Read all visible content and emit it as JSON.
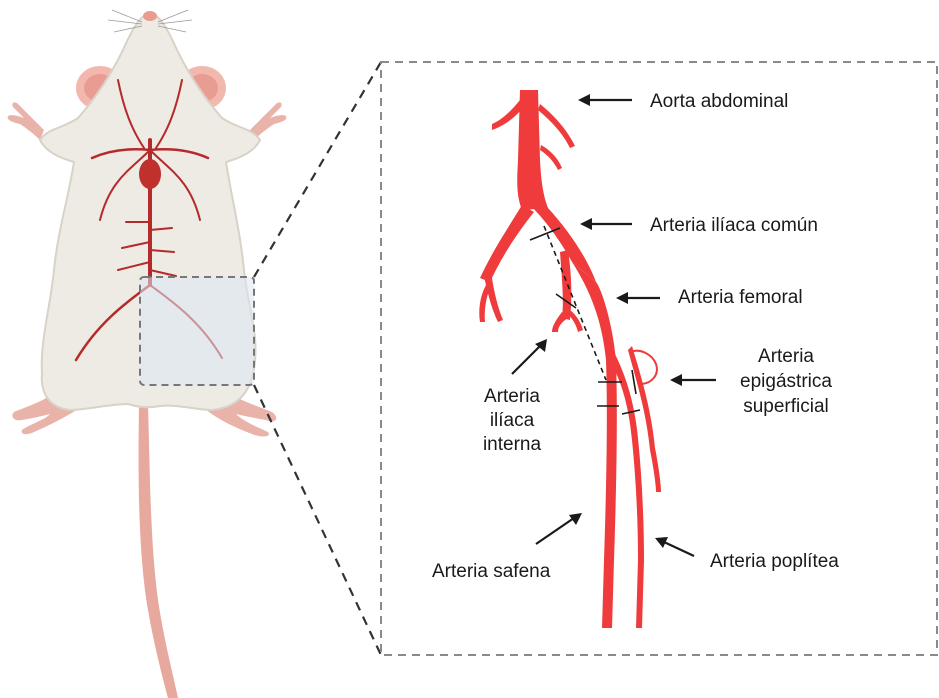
{
  "labels": {
    "aorta": "Aorta abdominal",
    "iliaca_comun": "Arteria ilíaca común",
    "femoral": "Arteria femoral",
    "iliaca_interna": [
      "Arteria",
      "ilíaca",
      "interna"
    ],
    "epigastrica": [
      "Arteria",
      "epigástrica",
      "superficial"
    ],
    "safena": "Arteria safena",
    "poplitea": "Arteria poplítea"
  },
  "colors": {
    "artery": "#ef3b3b",
    "artery_dark": "#b52a2a",
    "mouse_body": "#eeebe4",
    "mouse_outline": "#d8d2c8",
    "mouse_pink": "#f2b8ae",
    "tail": "#e7a89e",
    "highlight_box": "#dde8f6",
    "dash": "#333333",
    "panel_border": "#8a8a8a"
  }
}
